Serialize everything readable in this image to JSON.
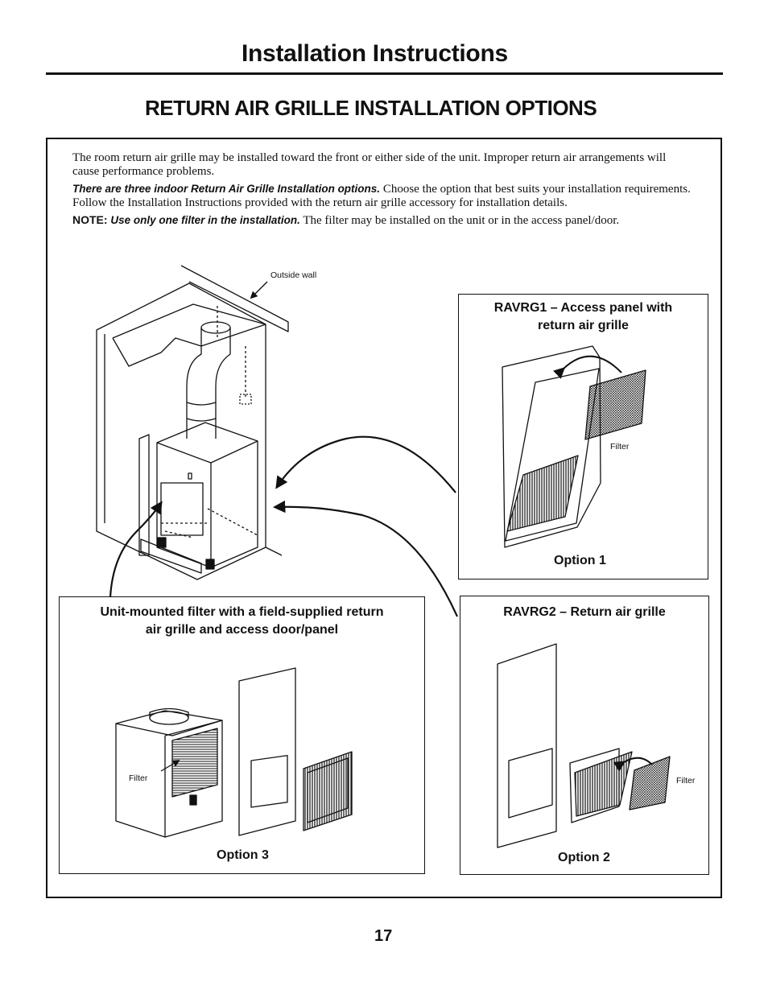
{
  "header": {
    "title": "Installation Instructions"
  },
  "section": {
    "title": "RETURN AIR GRILLE INSTALLATION OPTIONS"
  },
  "intro": {
    "p1": "The room return air grille may be installed toward the front or either side of the unit. Improper return air arrangements will cause performance problems.",
    "p2_bold": "There are three indoor Return Air Grille Installation options.",
    "p2_rest": " Choose the option that best suits your installation requirements. Follow the Installation Instructions provided with the return air grille accessory for installation details.",
    "p3_note": "NOTE:",
    "p3_bold": " Use only one filter in the installation.",
    "p3_rest": " The filter may be installed on the unit or in the access panel/door."
  },
  "diagram": {
    "outside_wall_label": "Outside wall"
  },
  "option1": {
    "title_line1": "RAVRG1 – Access panel with",
    "title_line2": "return air grille",
    "filter_label": "Filter",
    "label": "Option 1"
  },
  "option2": {
    "title": "RAVRG2 – Return air grille",
    "filter_label": "Filter",
    "label": "Option 2"
  },
  "option3": {
    "title_line1": "Unit-mounted filter with a field-supplied return",
    "title_line2": "air grille and access door/panel",
    "filter_label": "Filter",
    "label": "Option 3"
  },
  "footer": {
    "page_number": "17"
  }
}
